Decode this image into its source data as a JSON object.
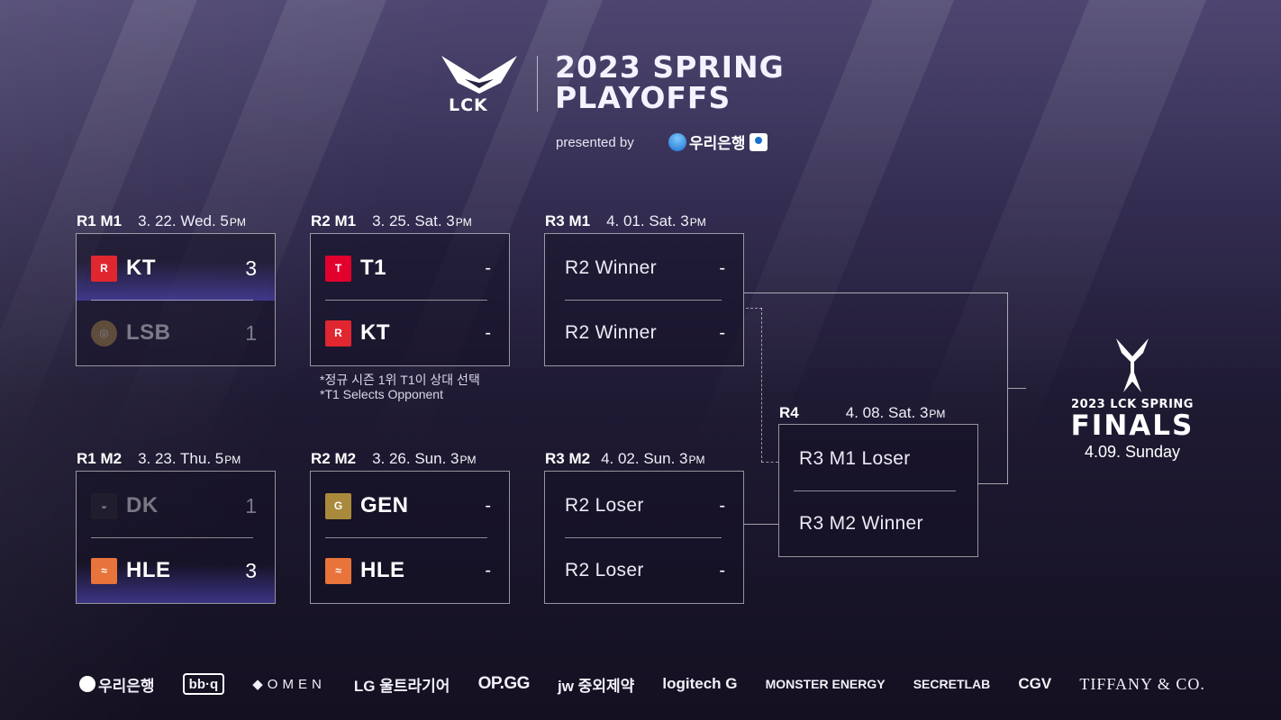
{
  "header": {
    "brand": "LCK",
    "title_line1": "2023 SPRING",
    "title_line2": "PLAYOFFS",
    "presented_by": "presented by",
    "sponsor": "우리은행"
  },
  "colors": {
    "background": "#2a2344",
    "kt_red": "#e0262f",
    "t1_red": "#e2012d",
    "gen_gold": "#a98a3c",
    "hle_orange": "#e8743b",
    "win_highlight": "#5a50d2"
  },
  "matches": {
    "r1m1": {
      "id": "R1 M1",
      "date": "3. 22. Wed. 5",
      "pm": "PM",
      "teams": [
        {
          "name": "KT",
          "score": "3",
          "icon": "kt-logo"
        },
        {
          "name": "LSB",
          "score": "1",
          "icon": "lsb-logo"
        }
      ]
    },
    "r1m2": {
      "id": "R1 M2",
      "date": "3. 23. Thu. 5",
      "pm": "PM",
      "teams": [
        {
          "name": "DK",
          "score": "1",
          "icon": "dk-logo"
        },
        {
          "name": "HLE",
          "score": "3",
          "icon": "hle-logo"
        }
      ]
    },
    "r2m1": {
      "id": "R2 M1",
      "date": "3. 25. Sat. 3",
      "pm": "PM",
      "teams": [
        {
          "name": "T1",
          "score": "-",
          "icon": "t1-logo"
        },
        {
          "name": "KT",
          "score": "-",
          "icon": "kt-logo"
        }
      ],
      "note1": "*정규 시즌 1위 T1이 상대 선택",
      "note2": "*T1 Selects Opponent"
    },
    "r2m2": {
      "id": "R2 M2",
      "date": "3. 26. Sun. 3",
      "pm": "PM",
      "teams": [
        {
          "name": "GEN",
          "score": "-",
          "icon": "gen-logo"
        },
        {
          "name": "HLE",
          "score": "-",
          "icon": "hle-logo"
        }
      ]
    },
    "r3m1": {
      "id": "R3 M1",
      "date": "4. 01. Sat. 3",
      "pm": "PM",
      "teams": [
        {
          "name": "R2 Winner",
          "score": "-"
        },
        {
          "name": "R2 Winner",
          "score": "-"
        }
      ]
    },
    "r3m2": {
      "id": "R3 M2",
      "date": "4. 02. Sun. 3",
      "pm": "PM",
      "teams": [
        {
          "name": "R2 Loser",
          "score": "-"
        },
        {
          "name": "R2 Loser",
          "score": "-"
        }
      ]
    },
    "r4": {
      "id": "R4",
      "date": "4. 08. Sat. 3",
      "pm": "PM",
      "teams": [
        {
          "name": "R3 M1 Loser"
        },
        {
          "name": "R3 M2 Winner"
        }
      ]
    }
  },
  "finals": {
    "subtitle": "2023 LCK SPRING",
    "title": "FINALS",
    "date": "4.09. Sunday"
  },
  "sponsors": [
    "우리은행",
    "bb·q",
    "◆OMEN",
    "LG 울트라기어",
    "OP.GG",
    "jw 중외제약",
    "logitech G",
    "MONSTER ENERGY",
    "SECRETLAB",
    "CGV",
    "TIFFANY & CO."
  ]
}
